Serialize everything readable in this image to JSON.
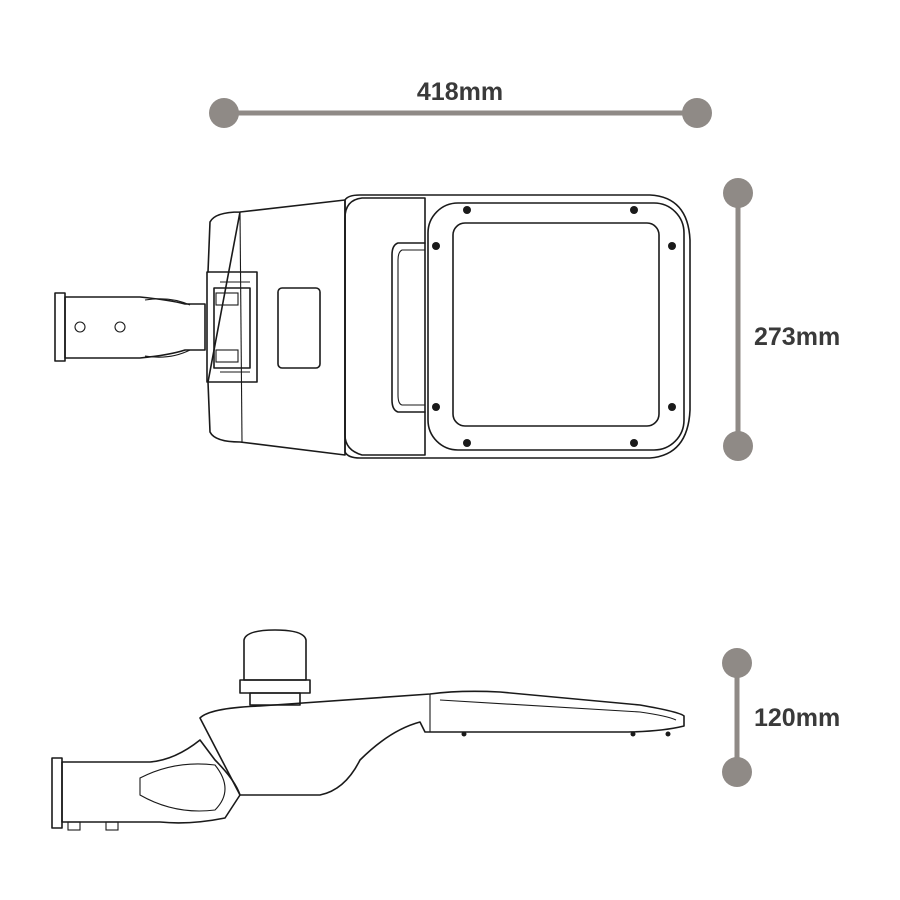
{
  "dimensions": {
    "length": "418mm",
    "width": "273mm",
    "height": "120mm"
  },
  "colors": {
    "dimension_line": "#8f8a86",
    "dimension_text": "#3a3a3a",
    "outline": "#1a1a1a"
  }
}
